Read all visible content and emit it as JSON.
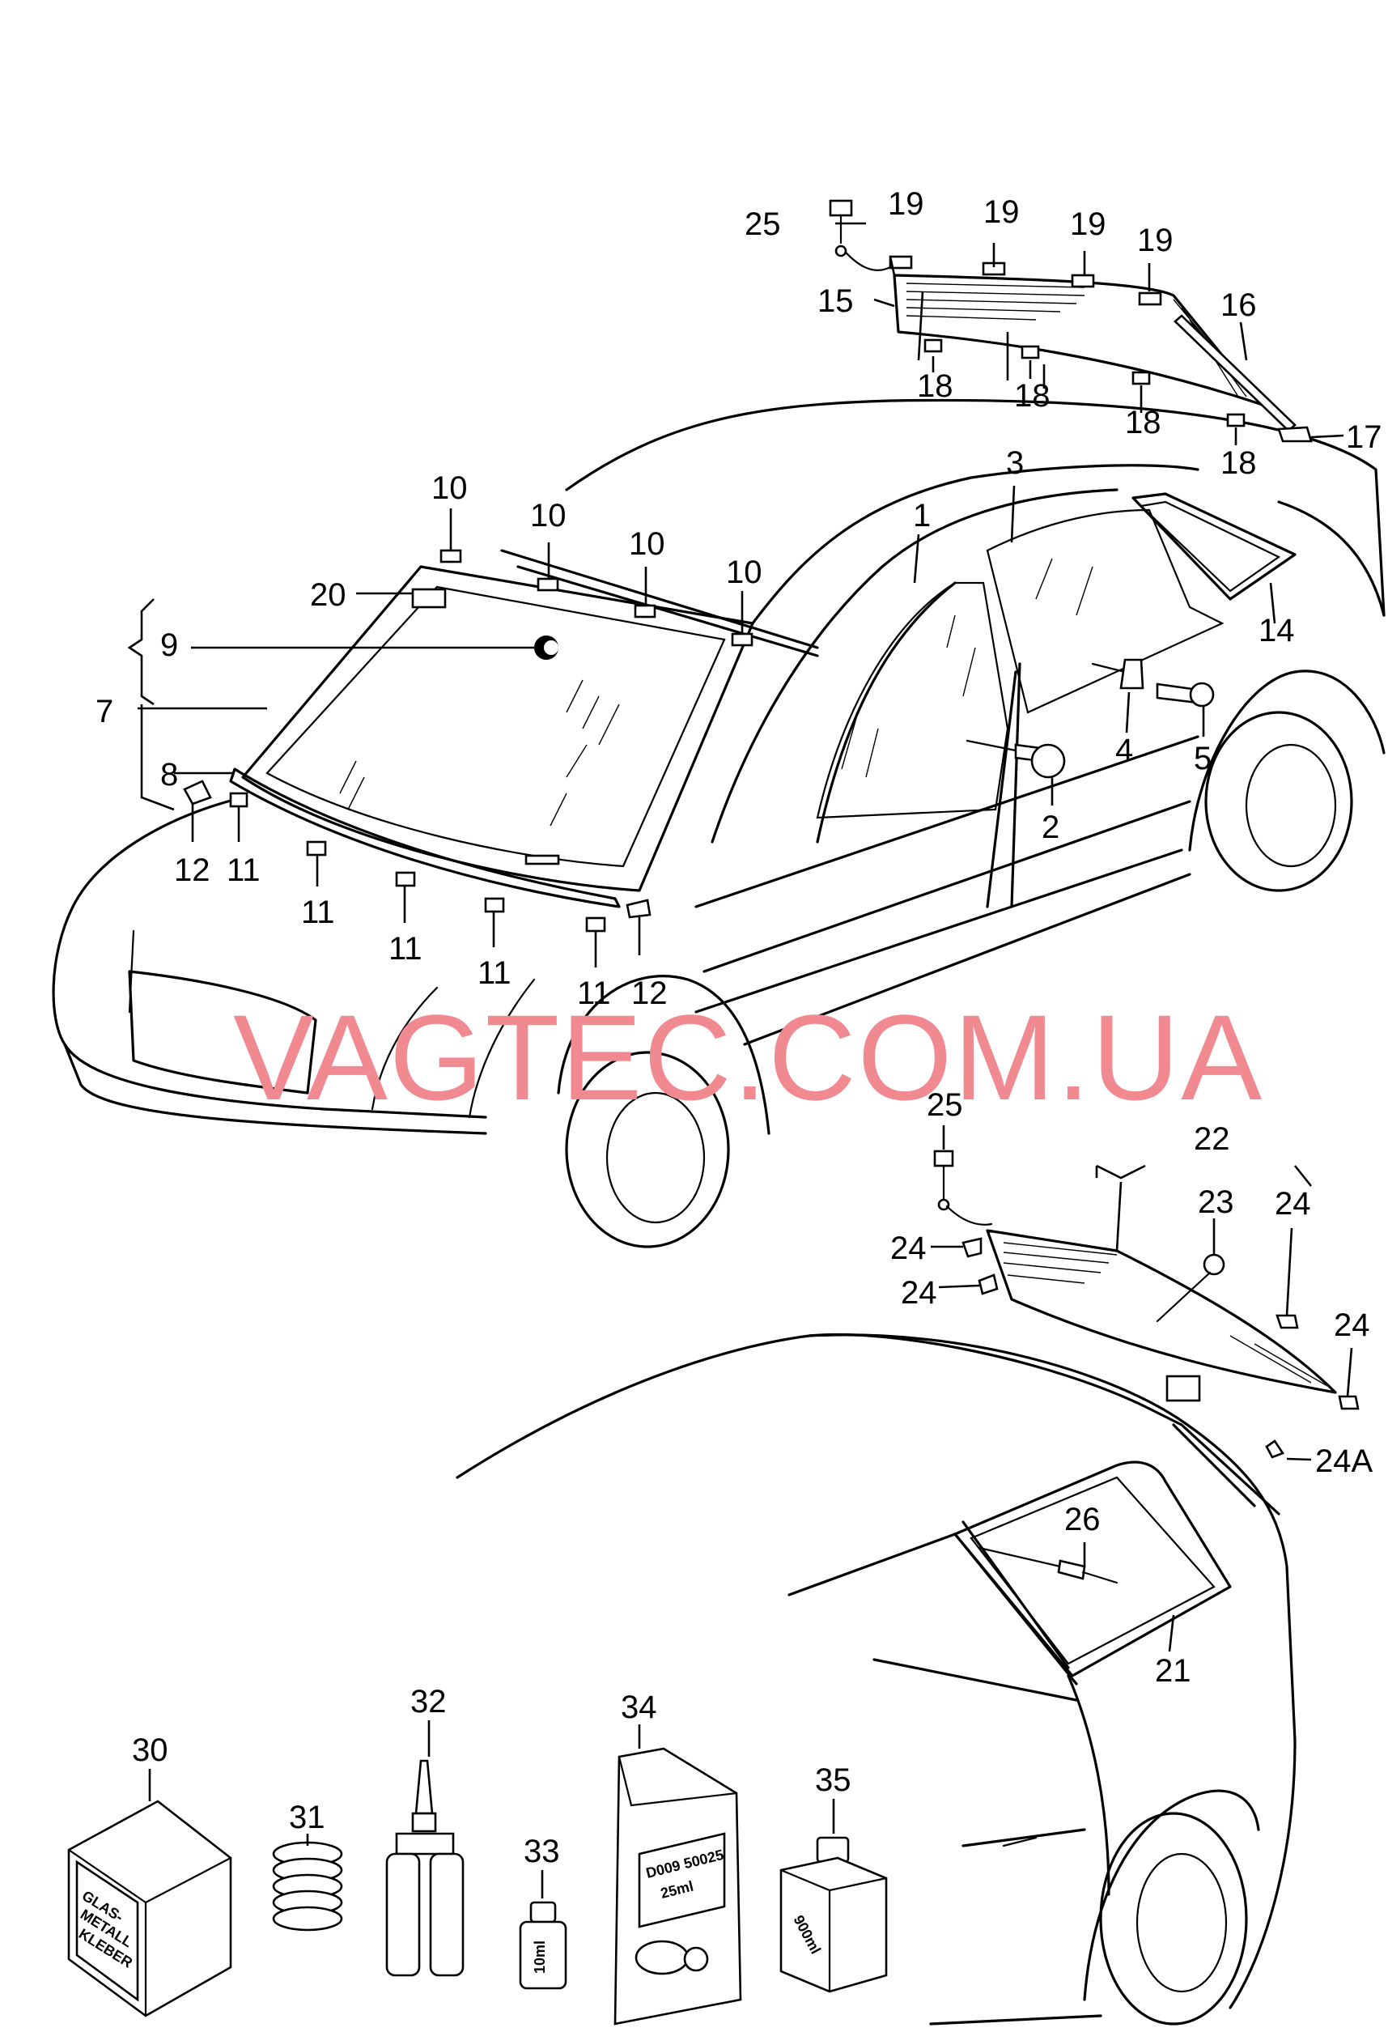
{
  "watermark": {
    "text": "VAGTEC.COM.UA",
    "color": "#f08a90"
  },
  "callouts": {
    "c1": "1",
    "c2": "2",
    "c3": "3",
    "c4": "4",
    "c5": "5",
    "c7": "7",
    "c8": "8",
    "c9": "9",
    "c10": "10",
    "c11": "11",
    "c12": "12",
    "c14": "14",
    "c15": "15",
    "c16": "16",
    "c17": "17",
    "c18": "18",
    "c19": "19",
    "c20": "20",
    "c21": "21",
    "c22": "22",
    "c23": "23",
    "c24": "24",
    "c24a": "24A",
    "c25": "25",
    "c26": "26",
    "c30": "30",
    "c31": "31",
    "c32": "32",
    "c33": "33",
    "c34": "34",
    "c35": "35"
  },
  "packaging": {
    "box_line1": "GLAS-",
    "box_line2": "METALL",
    "box_line3": "KLEBER",
    "pouch_line1": "D009 50025",
    "pouch_line2": "25ml",
    "bottle_small": "10ml",
    "bottle_large": "900ml"
  }
}
